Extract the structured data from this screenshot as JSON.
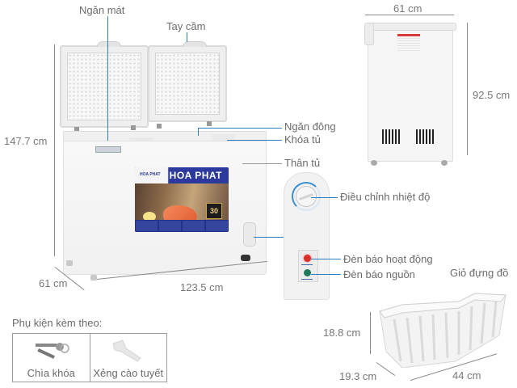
{
  "product": {
    "brand": "HOA PHAT",
    "banner_brand": "HOA PHAT",
    "banner_small_brand": "HOA PHAT",
    "warranty_badge": "30"
  },
  "callouts": {
    "ngan_mat": "Ngăn mát",
    "tay_cam": "Tay cầm",
    "ngan_dong": "Ngăn đông",
    "khoa_tu": "Khóa tủ",
    "than_tu": "Thân tủ",
    "dieu_chinh_nhiet_do": "Điều chỉnh nhiệt độ",
    "den_bao_hoat_dong": "Đèn báo hoạt động",
    "den_bao_nguon": "Đèn báo nguồn",
    "gio_dung_do": "Giỏ đựng đồ"
  },
  "dimensions": {
    "main_height": "147.7 cm",
    "main_depth": "61 cm",
    "main_width": "123.5 cm",
    "side_width": "61 cm",
    "side_height": "92.5 cm",
    "basket_height": "18.8 cm",
    "basket_depth": "19.3 cm",
    "basket_width": "44 cm"
  },
  "accessories": {
    "title": "Phụ kiện kèm theo:",
    "items": [
      {
        "label": "Chìa khóa",
        "icon": "keys-icon"
      },
      {
        "label": "Xẻng cào tuyết",
        "icon": "ice-scraper-icon"
      }
    ]
  },
  "colors": {
    "callout_line": "#2a7fc4",
    "led_active": "#d9302a",
    "led_power": "#1f7a5a",
    "banner_blue": "#2b3a9c"
  }
}
